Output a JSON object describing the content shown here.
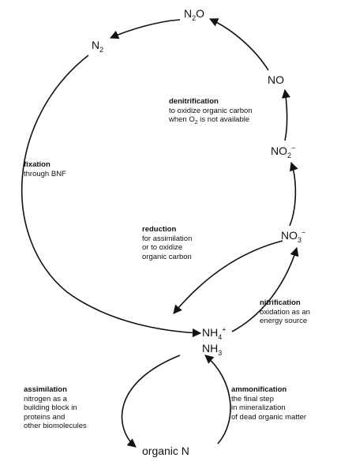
{
  "nodes": {
    "n2": {
      "main": "N",
      "sub": "2"
    },
    "n2o": {
      "a": "N",
      "sub": "2",
      "b": "O"
    },
    "no": {
      "main": "NO"
    },
    "no2": {
      "main": "NO",
      "sub": "2",
      "sup": "−"
    },
    "no3": {
      "main": "NO",
      "sub": "3",
      "sup": "−"
    },
    "nh4": {
      "main": "NH",
      "sub": "4",
      "sup": "+"
    },
    "nh3": {
      "main": "NH",
      "sub": "3"
    },
    "organic_n": {
      "main": "organic N"
    }
  },
  "processes": {
    "denitrification": {
      "title": "denitrification",
      "line1": "to oxidize organic carbon",
      "line2_pre": "when O",
      "line2_sub": "2",
      "line2_post": " is not available"
    },
    "fixation": {
      "title": "fixation",
      "lines": [
        "through BNF"
      ]
    },
    "reduction": {
      "title": "reduction",
      "lines": [
        "for assimilation",
        "or to oxidize",
        "organic carbon"
      ]
    },
    "nitrification": {
      "title": "nitrification",
      "lines": [
        "oxidation as an",
        "energy source"
      ]
    },
    "assimilation": {
      "title": "assimilation",
      "lines": [
        "nitrogen as a",
        "building block in",
        "proteins and",
        "other biomolecules"
      ]
    },
    "ammonification": {
      "title": "ammonification",
      "lines": [
        "the final step",
        "in mineralization",
        "of dead organic matter"
      ]
    }
  },
  "colors": {
    "ink": "#111111",
    "background": "#ffffff"
  }
}
